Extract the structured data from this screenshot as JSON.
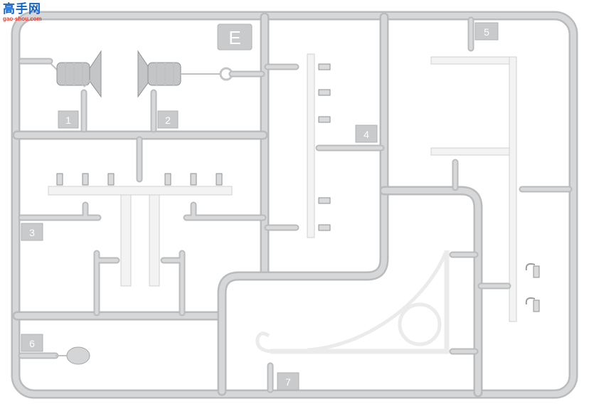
{
  "sprue": {
    "letter": "E",
    "part_numbers": [
      "1",
      "2",
      "3",
      "4",
      "5",
      "6",
      "7"
    ]
  },
  "watermark": {
    "chinese": "高手网",
    "url": "gao-shou.com"
  },
  "colors": {
    "runner": "#b9bbbd",
    "runner_highlight": "#d6d7d8",
    "clear_part": "#f3f3f3",
    "grey_part": "#c4c5c7",
    "watermark_blue": "#1565c8",
    "watermark_red": "#e63a2e"
  }
}
